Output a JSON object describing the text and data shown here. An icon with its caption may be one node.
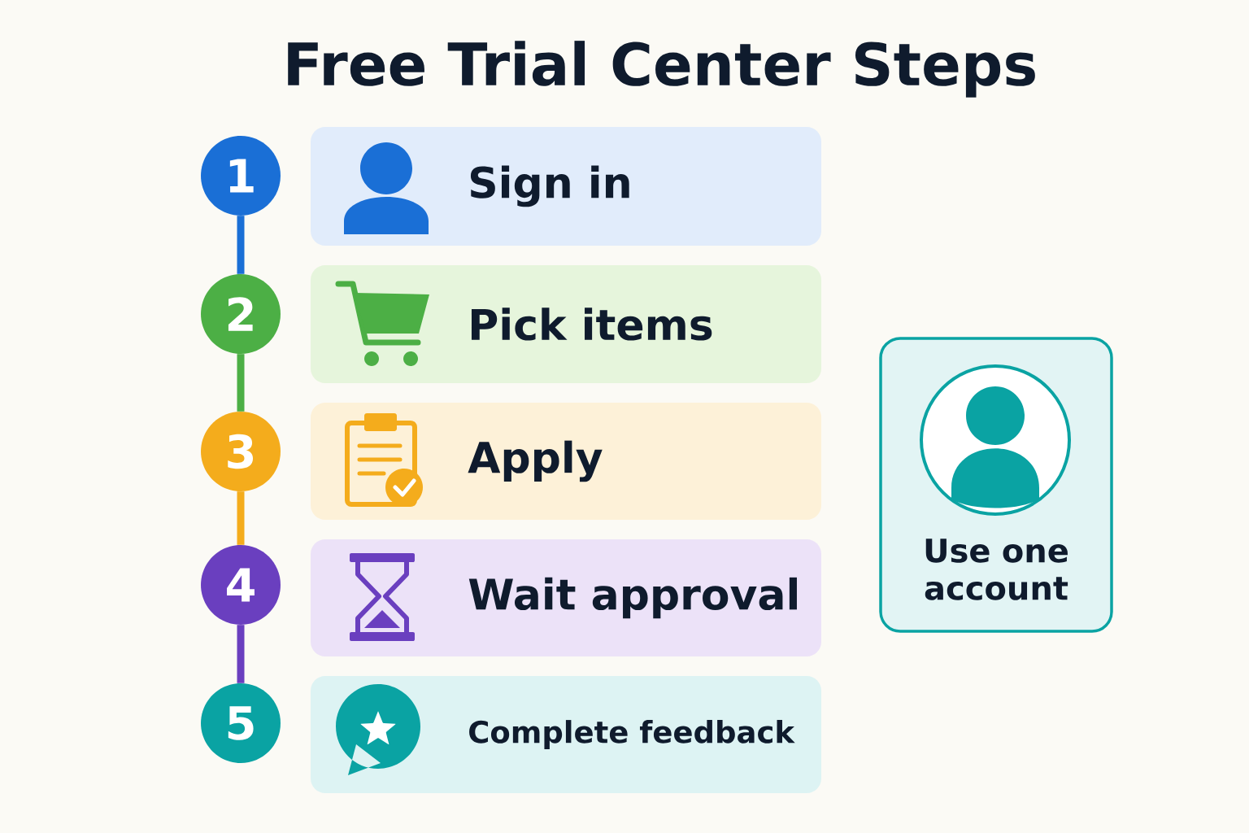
{
  "diagram": {
    "title": "Free Trial Center Steps",
    "nodes": [
      {
        "text": [
          "1"
        ]
      },
      {
        "text": [
          "Sign in"
        ]
      },
      {
        "text": [
          "2"
        ]
      },
      {
        "text": [
          "Pick items"
        ]
      },
      {
        "text": [
          "3"
        ]
      },
      {
        "text": [
          "Apply"
        ]
      },
      {
        "text": [
          "4"
        ]
      },
      {
        "text": [
          "Wait approval"
        ]
      },
      {
        "text": [
          "5"
        ]
      },
      {
        "text": [
          "Complete feedback"
        ]
      },
      {
        "text": [
          "Use one account"
        ]
      }
    ],
    "edges": [
      {
        "from": 0,
        "to": 2,
        "arrow": "none",
        "color": "#1a6fd6"
      },
      {
        "from": 2,
        "to": 4,
        "arrow": "none",
        "color": "#4caf45"
      },
      {
        "from": 4,
        "to": 6,
        "arrow": "none",
        "color": "#f4ac1c"
      },
      {
        "from": 6,
        "to": 8,
        "arrow": "none",
        "color": "#6a3fbf"
      }
    ]
  }
}
